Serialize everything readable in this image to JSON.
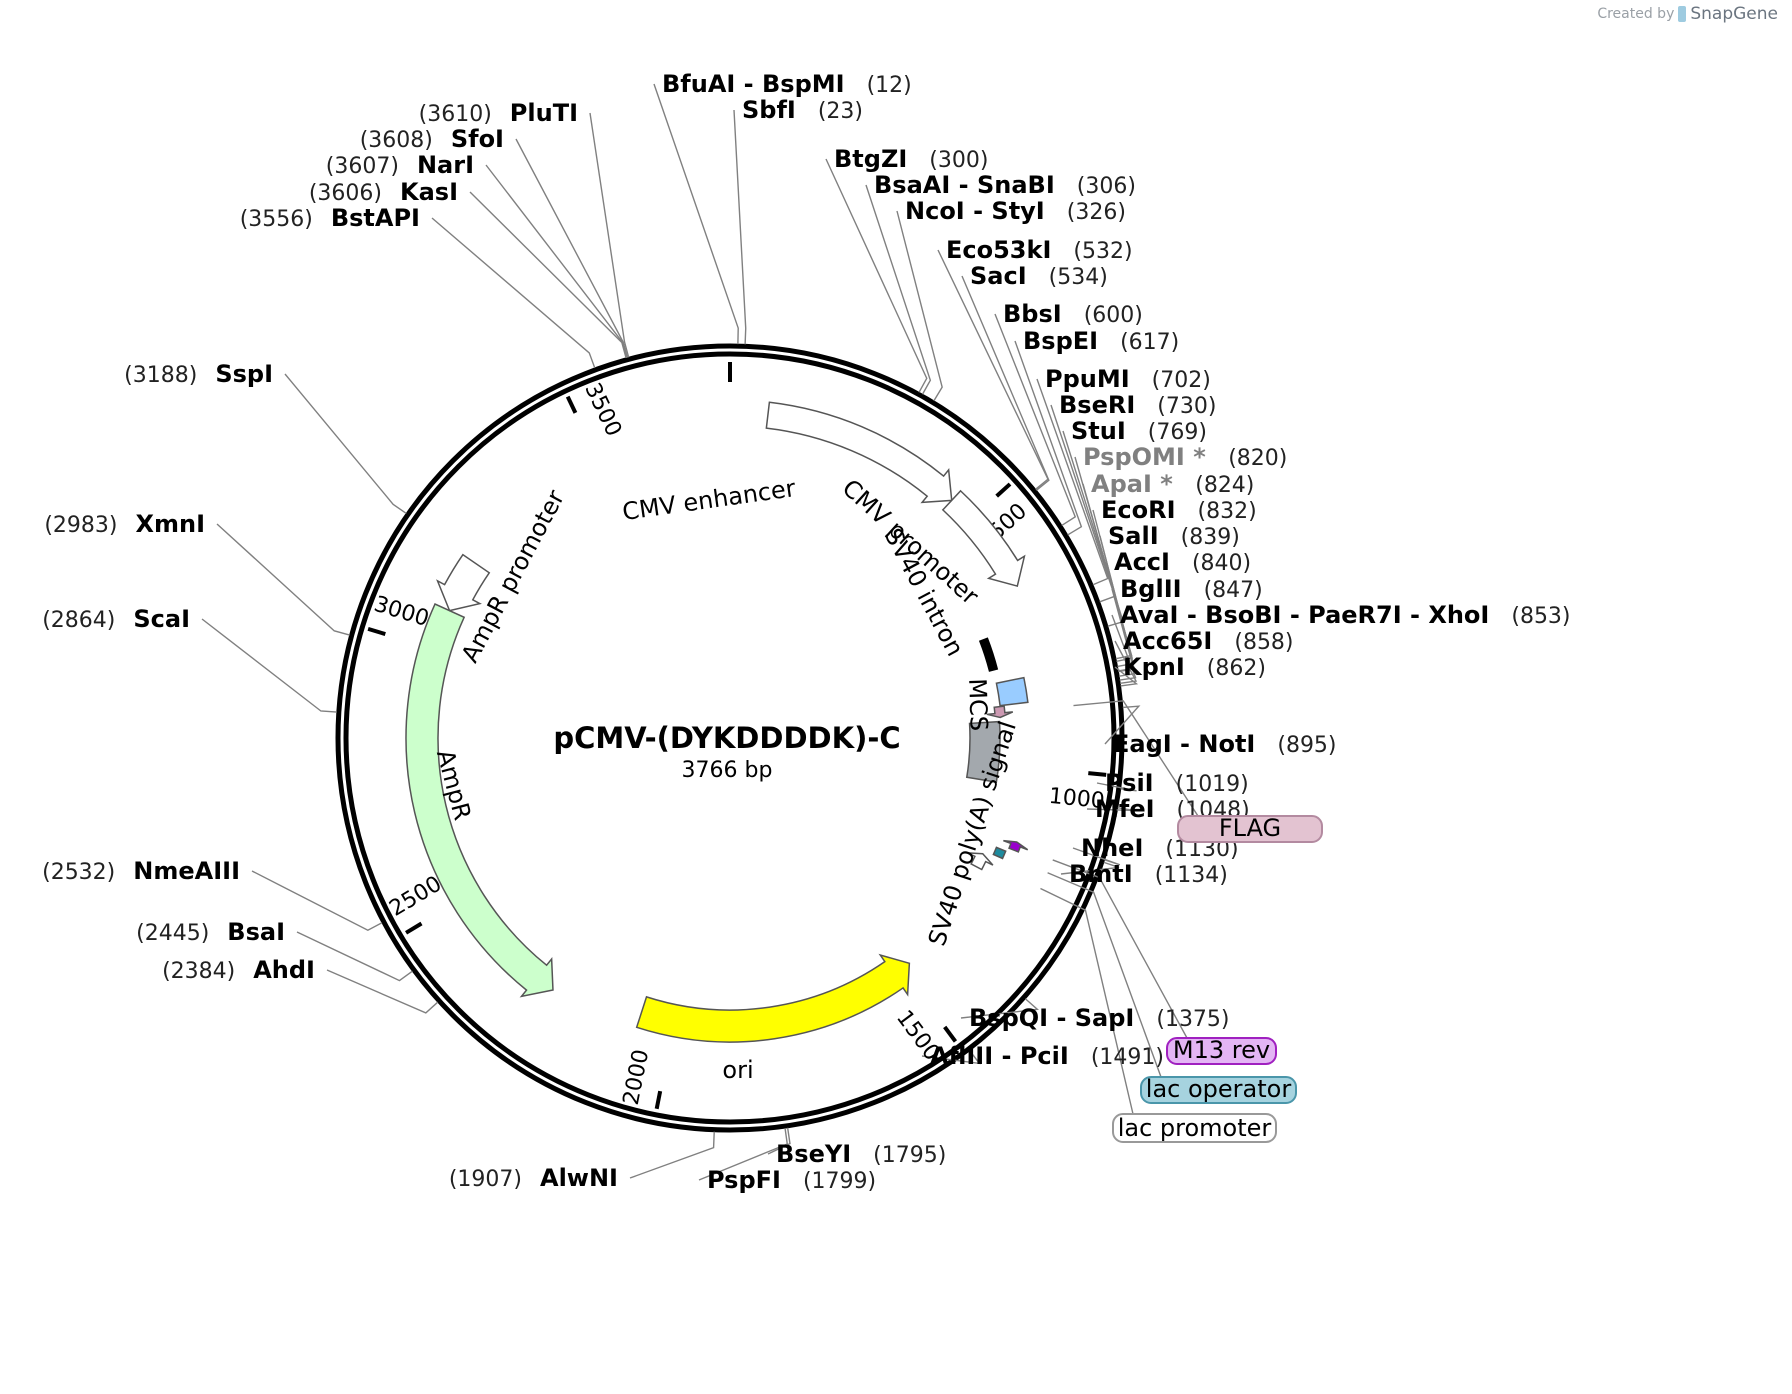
{
  "brand": {
    "created_by": "Created by",
    "name": "SnapGene"
  },
  "plasmid": {
    "name": "pCMV-(DYKDDDDK)-C",
    "size_label": "3766 bp",
    "total_bp": 3766
  },
  "ticks": [
    {
      "bp": 500,
      "label": "500"
    },
    {
      "bp": 1000,
      "label": "1000"
    },
    {
      "bp": 1500,
      "label": "1500"
    },
    {
      "bp": 2000,
      "label": "2000"
    },
    {
      "bp": 2500,
      "label": "2500"
    },
    {
      "bp": 3000,
      "label": "3000"
    },
    {
      "bp": 3500,
      "label": "3500"
    }
  ],
  "features": [
    {
      "name": "CMV enhancer",
      "start": 70,
      "end": 450,
      "color": "#ffffff",
      "dir": "fwd"
    },
    {
      "name": "CMV promoter",
      "start": 450,
      "end": 650,
      "color": "#ffffff",
      "dir": "fwd"
    },
    {
      "name": "SV40 intron",
      "start": 720,
      "end": 790,
      "color": "#000000",
      "dir": "none"
    },
    {
      "name": "MCS",
      "start": 820,
      "end": 870,
      "color": "#99ccff",
      "dir": "none"
    },
    {
      "name": "FLAG",
      "start": 872,
      "end": 896,
      "color": "#cc99b2",
      "dir": "fwd"
    },
    {
      "name": "SV40 poly(A) signal",
      "start": 905,
      "end": 1040,
      "color": "#a3a8ad",
      "dir": "none"
    },
    {
      "name": "M13 rev",
      "start": 1150,
      "end": 1167,
      "color": "#9900cc",
      "dir": "rev"
    },
    {
      "name": "lac operator",
      "start": 1175,
      "end": 1191,
      "color": "#1e8b9e",
      "dir": "none"
    },
    {
      "name": "lac promoter",
      "start": 1199,
      "end": 1230,
      "color": "#ffffff",
      "dir": "rev"
    },
    {
      "name": "ori",
      "start": 1480,
      "end": 2070,
      "color": "#ffff00",
      "dir": "rev"
    },
    {
      "name": "AmpR",
      "start": 2250,
      "end": 3080,
      "color": "#ccffcc",
      "dir": "rev"
    },
    {
      "name": "AmpR promoter",
      "start": 3080,
      "end": 3185,
      "color": "#ffffff",
      "dir": "rev"
    }
  ],
  "pills": [
    {
      "name": "FLAG",
      "fill": "#e3c3d1",
      "stroke": "#b38aa0"
    },
    {
      "name": "M13 rev",
      "fill": "#e3b5f4",
      "stroke": "#a020c0"
    },
    {
      "name": "lac operator",
      "fill": "#a6d3df",
      "stroke": "#4a96aa"
    },
    {
      "name": "lac promoter",
      "fill": "#ffffff",
      "stroke": "#999999"
    }
  ],
  "sites": [
    {
      "names": "BfuAI",
      "names2": "BspMI",
      "pos": "(12)",
      "bp": 12
    },
    {
      "names": "SbfI",
      "pos": "(23)",
      "bp": 23
    },
    {
      "names": "BtgZI",
      "pos": "(300)",
      "bp": 300
    },
    {
      "names": "BsaAI",
      "names2": "SnaBI",
      "pos": "(306)",
      "bp": 306
    },
    {
      "names": "NcoI",
      "names2": "StyI",
      "pos": "(326)",
      "bp": 326
    },
    {
      "names": "Eco53kI",
      "pos": "(532)",
      "bp": 532
    },
    {
      "names": "SacI",
      "pos": "(534)",
      "bp": 534
    },
    {
      "names": "BbsI",
      "pos": "(600)",
      "bp": 600
    },
    {
      "names": "BspEI",
      "pos": "(617)",
      "bp": 617
    },
    {
      "names": "PpuMI",
      "pos": "(702)",
      "bp": 702
    },
    {
      "names": "BseRI",
      "pos": "(730)",
      "bp": 730
    },
    {
      "names": "StuI",
      "pos": "(769)",
      "bp": 769
    },
    {
      "names": "PspOMI *",
      "pos": "(820)",
      "bp": 820,
      "dim": true
    },
    {
      "names": "ApaI *",
      "pos": "(824)",
      "bp": 824,
      "dim": true
    },
    {
      "names": "EcoRI",
      "pos": "(832)",
      "bp": 832
    },
    {
      "names": "SalI",
      "pos": "(839)",
      "bp": 839
    },
    {
      "names": "AccI",
      "pos": "(840)",
      "bp": 840
    },
    {
      "names": "BglII",
      "pos": "(847)",
      "bp": 847
    },
    {
      "names": "AvaI",
      "names2": "BsoBI",
      "names3": "PaeR7I",
      "names4": "XhoI",
      "pos": "(853)",
      "bp": 853
    },
    {
      "names": "Acc65I",
      "pos": "(858)",
      "bp": 858
    },
    {
      "names": "KpnI",
      "pos": "(862)",
      "bp": 862
    },
    {
      "names": "EagI",
      "names2": "NotI",
      "pos": "(895)",
      "bp": 895
    },
    {
      "names": "PsiI",
      "pos": "(1019)",
      "bp": 1019
    },
    {
      "names": "MfeI",
      "pos": "(1048)",
      "bp": 1048
    },
    {
      "names": "NheI",
      "pos": "(1130)",
      "bp": 1130
    },
    {
      "names": "BmtI",
      "pos": "(1134)",
      "bp": 1134
    },
    {
      "names": "BspQI",
      "names2": "SapI",
      "pos": "(1375)",
      "bp": 1375
    },
    {
      "names": "AflIII",
      "names2": "PciI",
      "pos": "(1491)",
      "bp": 1491
    },
    {
      "names": "BseYI",
      "pos": "(1795)",
      "bp": 1795
    },
    {
      "names": "PspFI",
      "pos": "(1799)",
      "bp": 1799
    },
    {
      "names": "AlwNI",
      "pos": "(1907)",
      "bp": 1907
    },
    {
      "names": "AhdI",
      "pos": "(2384)",
      "bp": 2384
    },
    {
      "names": "BsaI",
      "pos": "(2445)",
      "bp": 2445
    },
    {
      "names": "NmeAIII",
      "pos": "(2532)",
      "bp": 2532
    },
    {
      "names": "ScaI",
      "pos": "(2864)",
      "bp": 2864
    },
    {
      "names": "XmnI",
      "pos": "(2983)",
      "bp": 2983
    },
    {
      "names": "SspI",
      "pos": "(3188)",
      "bp": 3188
    },
    {
      "names": "BstAPI",
      "pos": "(3556)",
      "bp": 3556
    },
    {
      "names": "KasI",
      "pos": "(3606)",
      "bp": 3606
    },
    {
      "names": "NarI",
      "pos": "(3607)",
      "bp": 3607
    },
    {
      "names": "SfoI",
      "pos": "(3608)",
      "bp": 3608
    },
    {
      "names": "PluTI",
      "pos": "(3610)",
      "bp": 3610
    }
  ]
}
